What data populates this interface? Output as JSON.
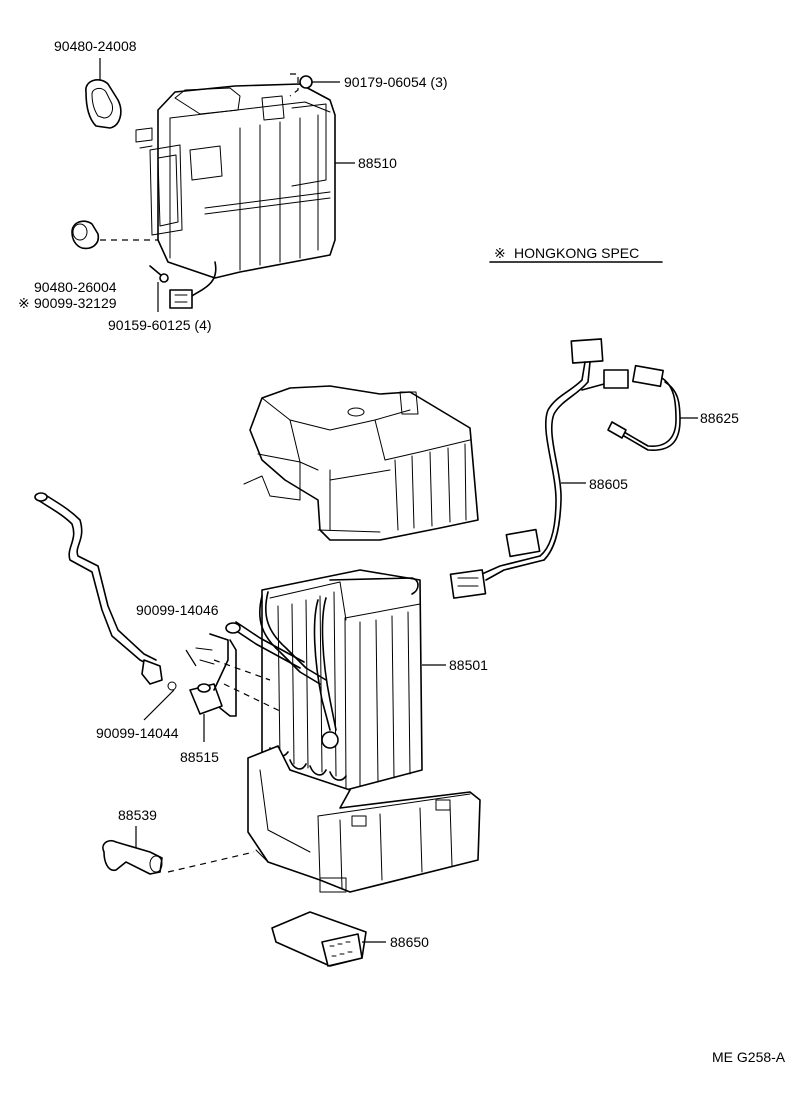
{
  "labels": {
    "p_90480_24008": "90480-24008",
    "p_90179_06054": "90179-06054 (3)",
    "p_88510": "88510",
    "p_90480_26004": "90480-26004",
    "p_90099_32129": "90099-32129",
    "p_90159_60125": "90159-60125 (4)",
    "p_88625": "88625",
    "p_88605": "88605",
    "p_90099_14046": "90099-14046",
    "p_88501": "88501",
    "p_90099_14044": "90099-14044",
    "p_88515": "88515",
    "p_88539": "88539",
    "p_88650": "88650"
  },
  "note": {
    "mark": "※",
    "text": "HONGKONG SPEC"
  },
  "figure_code": "ME G258-A"
}
